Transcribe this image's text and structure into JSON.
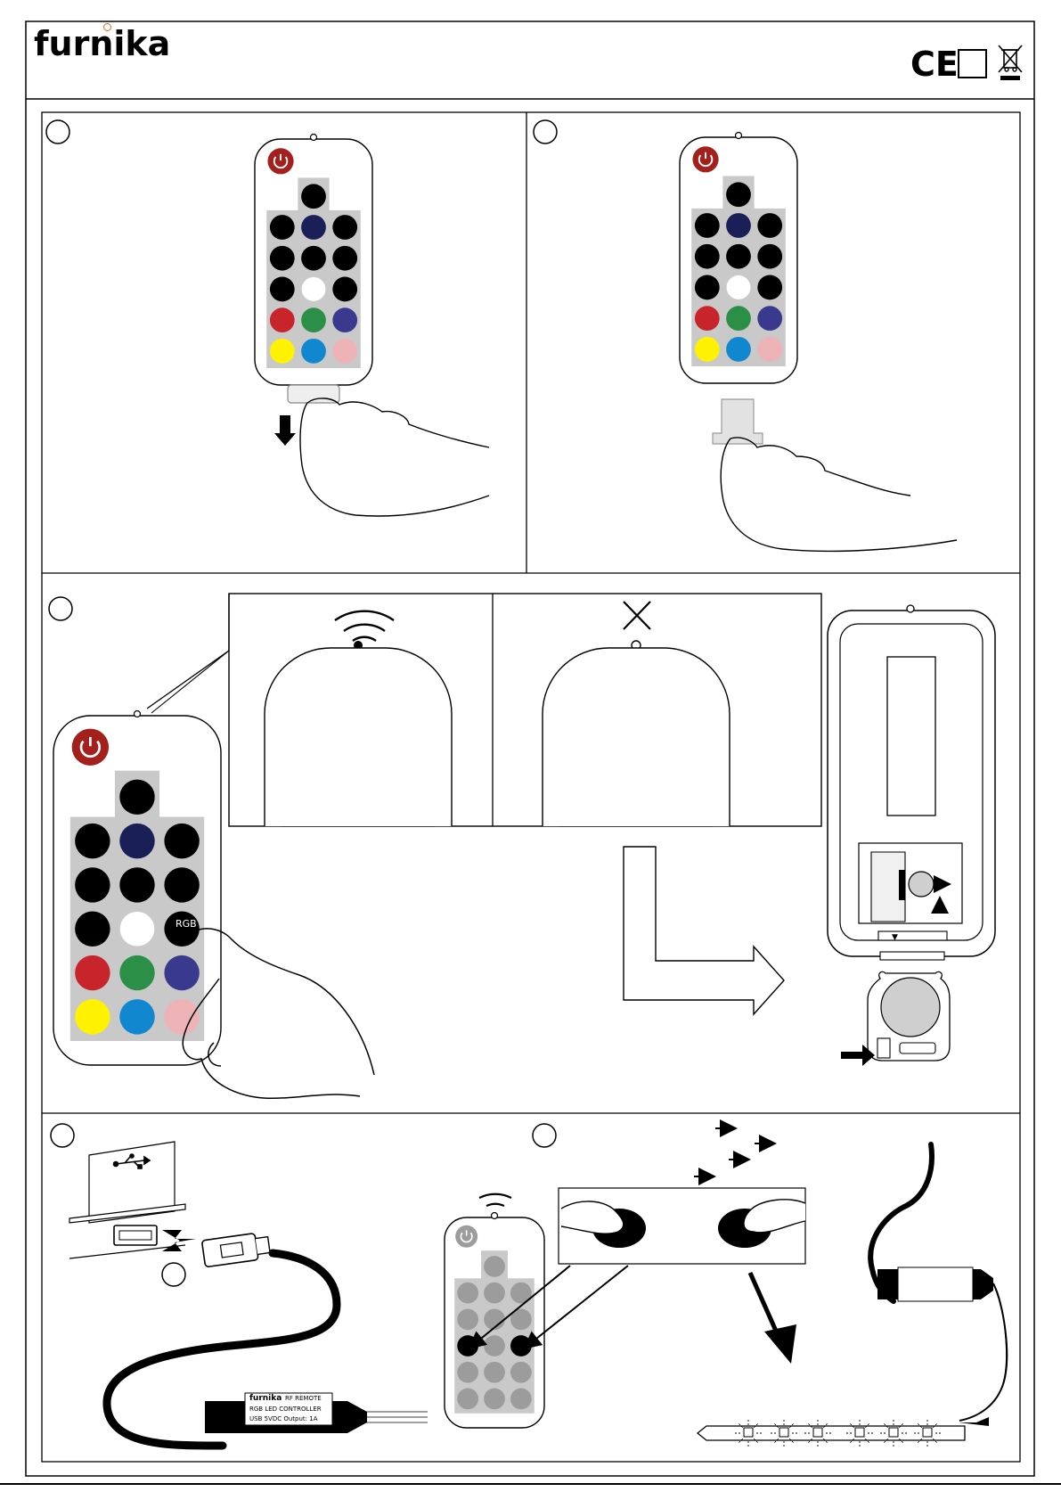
{
  "header": {
    "brand": "furnika",
    "ce_mark": "CE"
  },
  "icons": {
    "weee": "crossed-out-wheelie-bin-icon",
    "usb": "usb-icon",
    "power": "power-icon",
    "wifi": "wireless-signal-icon",
    "no_signal": "cross-icon"
  },
  "colors": {
    "power_red": "#a3201d",
    "navy": "#1a1f57",
    "white_btn": "#ffffff",
    "red": "#c8242b",
    "green": "#2c8f47",
    "purple": "#393a8e",
    "yellow": "#fff200",
    "cyan": "#1087cf",
    "pink": "#eeb3b7",
    "gray_pad": "#c9c9c9",
    "gray_btn": "#9c9c9c"
  },
  "remote_buttons": [
    "RGB"
  ],
  "controller_label": {
    "brand": "furnika",
    "line1": "RF REMOTE",
    "line2": "RGB LED CONTROLLER",
    "line3": "USB 5VDC Output: 1A"
  },
  "battery_tray_arrow": "▼"
}
